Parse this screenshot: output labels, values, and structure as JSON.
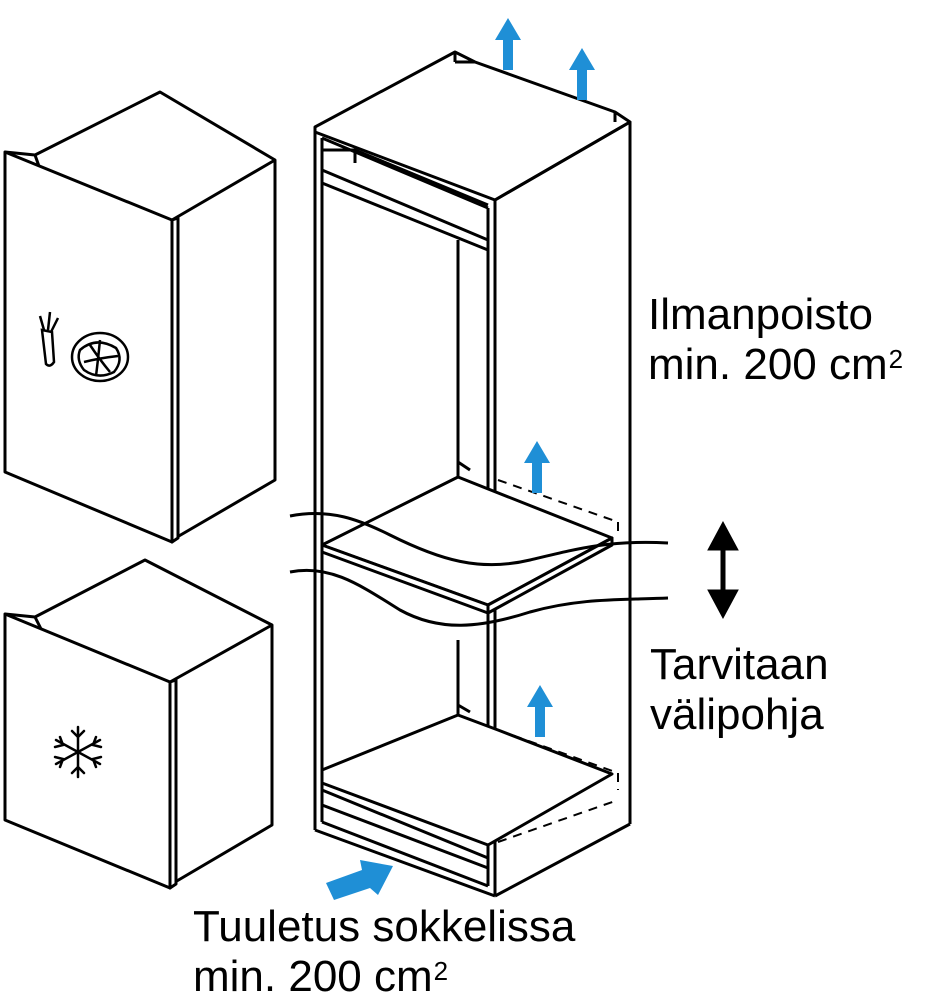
{
  "labels": {
    "exhaust": {
      "line1": "Ilmanpoisto",
      "line2_prefix": "min. 200 cm",
      "line2_sup": "2"
    },
    "shelf": {
      "line1": "Tarvitaan",
      "line2": "välipohja"
    },
    "intake": {
      "line1": "Tuuletus sokkelissa",
      "line2_prefix": "min. 200 cm",
      "line2_sup": "2"
    }
  },
  "colors": {
    "accent": "#1f8fd6",
    "line": "#000000",
    "background": "#ffffff"
  },
  "icons": [
    "vegetable-icon",
    "snowflake-icon",
    "airflow-arrow-icon",
    "double-arrow-icon"
  ]
}
